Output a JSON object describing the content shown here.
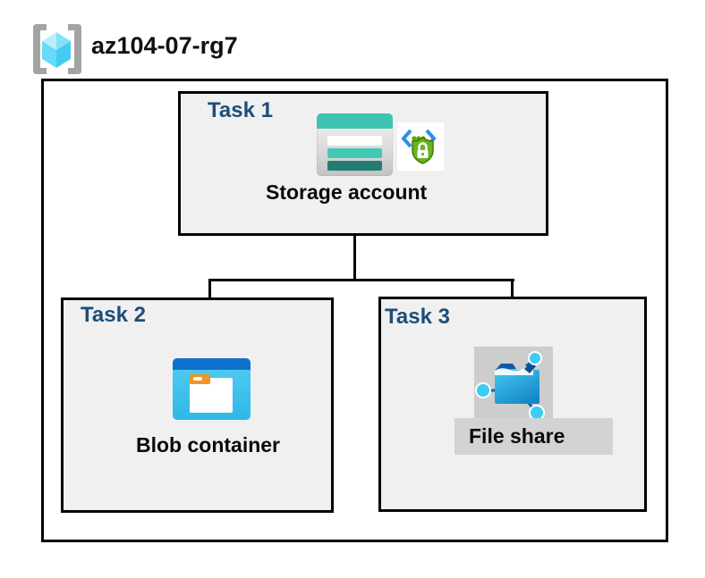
{
  "resource_group": {
    "name": "az104-07-rg7",
    "icon": "resource-group-icon"
  },
  "tasks": [
    {
      "id": "task-1",
      "label": "Task 1",
      "resource": "Storage account",
      "icons": [
        "storage-account-icon",
        "secure-access-icon"
      ]
    },
    {
      "id": "task-2",
      "label": "Task 2",
      "resource": "Blob container",
      "icons": [
        "blob-container-icon"
      ]
    },
    {
      "id": "task-3",
      "label": "Task 3",
      "resource": "File share",
      "icons": [
        "file-share-icon"
      ]
    }
  ],
  "connections": [
    {
      "from": "Storage account",
      "to": "Blob container"
    },
    {
      "from": "Storage account",
      "to": "File share"
    }
  ],
  "colors": {
    "task_label_navy": "#1d4e79",
    "task_box_background": "#f0f0f0",
    "border_black": "#000000",
    "storage_teal": "#3cc4b0",
    "storage_teal_dark": "#217d74",
    "blob_header_blue": "#0e72cc",
    "blob_body_blue": "#35bce9",
    "folder_tab_orange": "#f0951f",
    "file_share_blue": "#1388c8",
    "file_share_cyan": "#39cef3",
    "shield_green": "#68b322",
    "bracket_gray": "#a3a3a3",
    "cube_cyan": "#6edff7",
    "icon_backdrop_gray": "#cdcdcd"
  }
}
